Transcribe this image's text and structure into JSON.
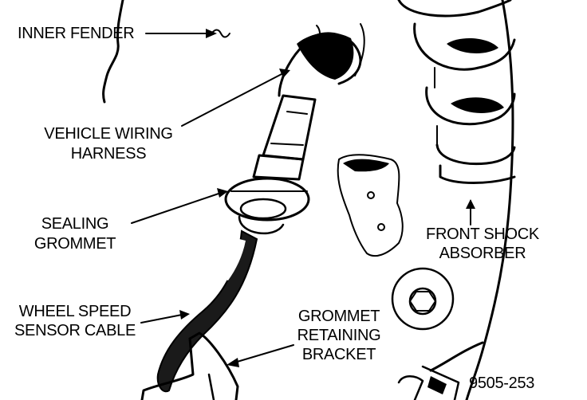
{
  "labels": {
    "inner_fender": "INNER FENDER",
    "vehicle_wiring_harness_line1": "VEHICLE WIRING",
    "vehicle_wiring_harness_line2": "HARNESS",
    "sealing_grommet_line1": "SEALING",
    "sealing_grommet_line2": "GROMMET",
    "wheel_speed_sensor_cable_line1": "WHEEL SPEED",
    "wheel_speed_sensor_cable_line2": "SENSOR CABLE",
    "grommet_retaining_bracket_line1": "GROMMET",
    "grommet_retaining_bracket_line2": "RETAINING",
    "grommet_retaining_bracket_line3": "BRACKET",
    "front_shock_absorber_line1": "FRONT SHOCK",
    "front_shock_absorber_line2": "ABSORBER"
  },
  "figure_number": "9505-253"
}
